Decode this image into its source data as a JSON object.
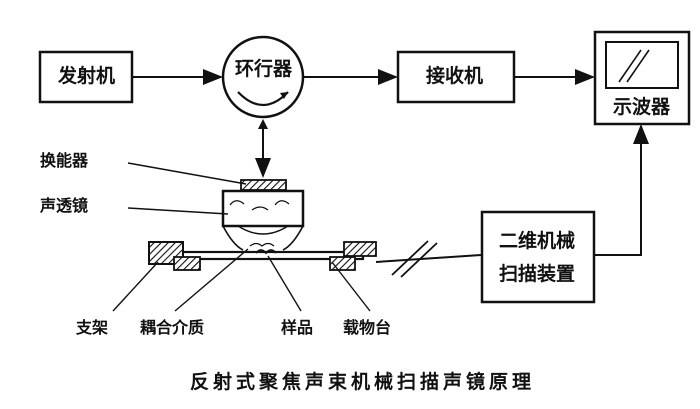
{
  "blocks": {
    "transmitter": "发射机",
    "circulator": "环行器",
    "receiver": "接收机",
    "oscilloscope": "示波器",
    "scanner_line1": "二维机械",
    "scanner_line2": "扫描装置"
  },
  "labels": {
    "transducer": "换能器",
    "acoustic_lens": "声透镜",
    "support": "支架",
    "coupling_medium": "耦合介质",
    "sample": "样品",
    "stage": "载物台"
  },
  "caption": "反射式聚焦声束机械扫描声镜原理"
}
